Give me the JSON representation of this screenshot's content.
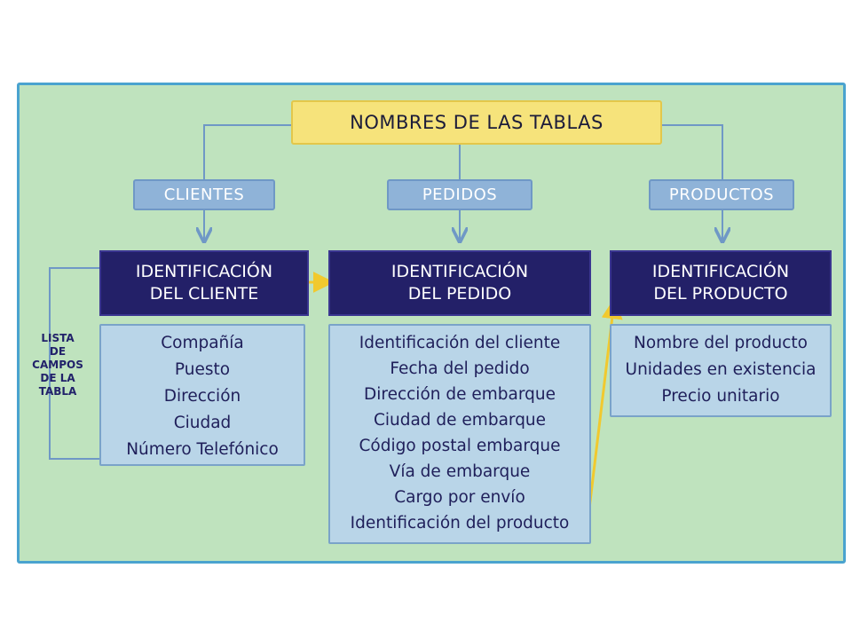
{
  "diagram": {
    "title": "NOMBRES DE LAS TABLAS",
    "side_label": "LISTA\nDE\nCAMPOS\nDE LA\nTABLA",
    "tables": [
      {
        "name": "CLIENTES",
        "id_line1": "IDENTIFICACIÓN",
        "id_line2": "DEL CLIENTE",
        "fields": [
          "Compañía",
          "Puesto",
          "Dirección",
          "Ciudad",
          "Número Telefónico"
        ]
      },
      {
        "name": "PEDIDOS",
        "id_line1": "IDENTIFICACIÓN",
        "id_line2": "DEL PEDIDO",
        "fields": [
          "Identificación del cliente",
          "Fecha del pedido",
          "Dirección de embarque",
          "Ciudad de embarque",
          "Código postal embarque",
          "Vía de embarque",
          "Cargo por envío",
          "Identificación del producto"
        ]
      },
      {
        "name": "PRODUCTOS",
        "id_line1": "IDENTIFICACIÓN",
        "id_line2": "DEL PRODUCTO",
        "fields": [
          "Nombre del producto",
          "Unidades en existencia",
          "Precio unitario"
        ]
      }
    ]
  },
  "colors": {
    "background": "#bfe3be",
    "border": "#4aa3cf",
    "title_fill": "#f6e37b",
    "tag_fill": "#8fb3d8",
    "id_fill": "#232068",
    "field_fill": "#b9d5e8",
    "link_arrow": "#f1c92e"
  }
}
